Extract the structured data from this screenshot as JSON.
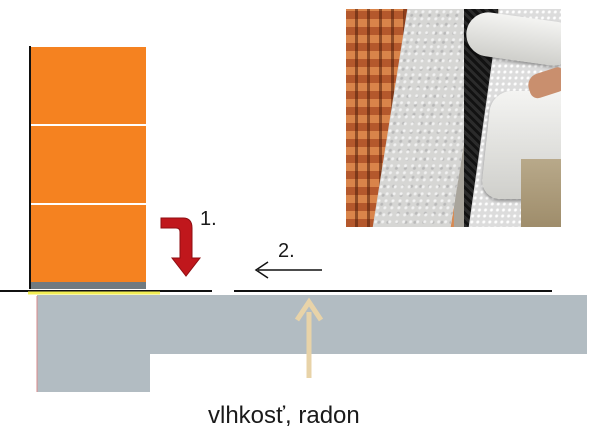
{
  "diagram": {
    "title": "",
    "step_1_label": "1.",
    "step_2_label": "2.",
    "caption": "vlhkosť, radon",
    "colors": {
      "brick": "#f58220",
      "slab": "#b2bcc2",
      "arrow_down": "#c0171c",
      "arrow_up": "#e8d3a8",
      "line": "#111111",
      "highlight": "#f3ef55"
    }
  }
}
